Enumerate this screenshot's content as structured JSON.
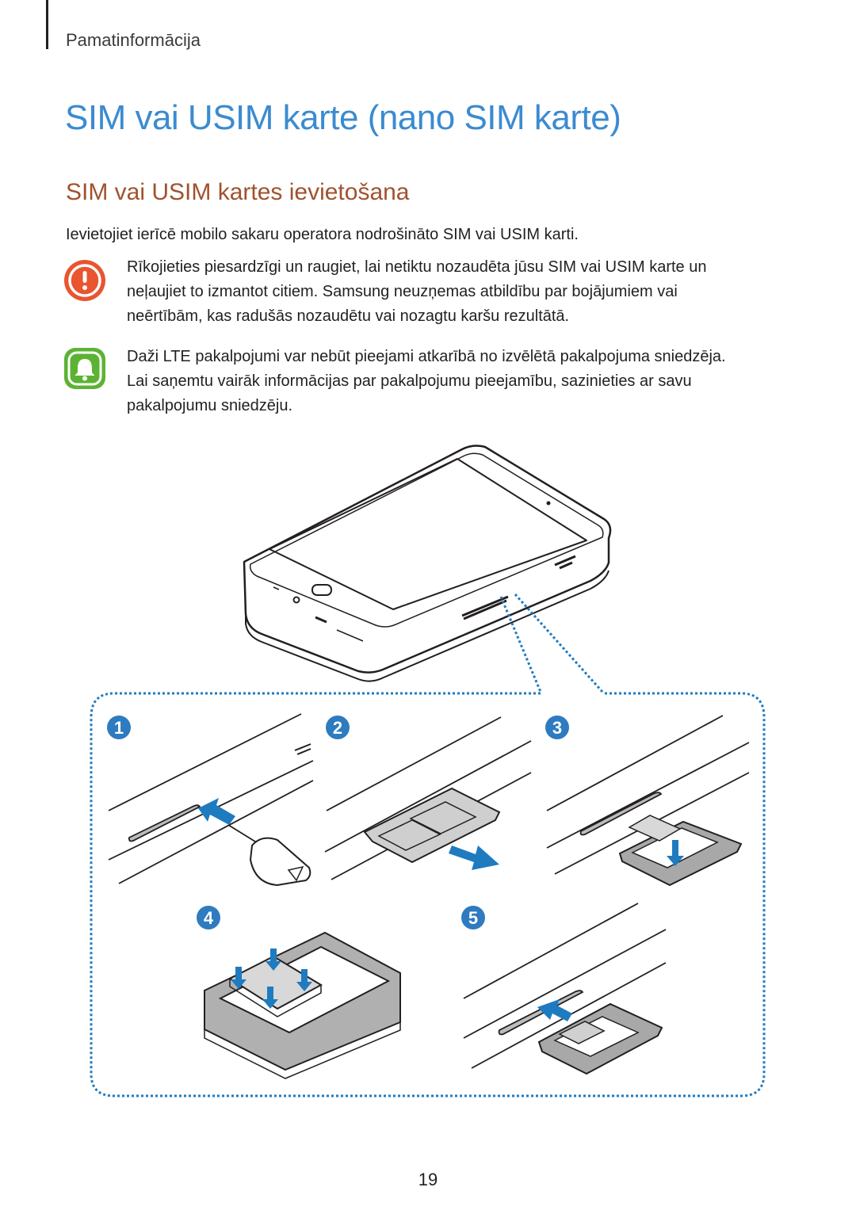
{
  "header": {
    "section": "Pamatinformācija"
  },
  "title": "SIM vai USIM karte (nano SIM karte)",
  "subheading": "SIM vai USIM kartes ievietošana",
  "intro": "Ievietojiet ierīcē mobilo sakaru operatora nodrošināto SIM vai USIM karti.",
  "notes": [
    {
      "icon": "caution-icon",
      "color": "#e8552f",
      "lines": [
        "Rīkojieties piesardzīgi un raugiet, lai netiktu nozaudēta jūsu SIM vai USIM karte un",
        "neļaujiet to izmantot citiem. Samsung neuzņemas atbildību par bojājumiem vai",
        "neērtībām, kas radušās nozaudētu vai nozagtu karšu rezultātā."
      ]
    },
    {
      "icon": "bell-icon",
      "color": "#5cb333",
      "lines": [
        "Daži LTE pakalpojumi var nebūt pieejami atkarībā no izvēlētā pakalpojuma sniedzēja.",
        "Lai saņemtu vairāk informācijas par pakalpojumu pieejamību, sazinieties ar savu",
        "pakalpojumu sniedzēju."
      ]
    }
  ],
  "steps": [
    "1",
    "2",
    "3",
    "4",
    "5"
  ],
  "colors": {
    "accent": "#3b8bd0",
    "subheading": "#a0522d",
    "arrow": "#1f7bc0"
  },
  "page_number": "19"
}
